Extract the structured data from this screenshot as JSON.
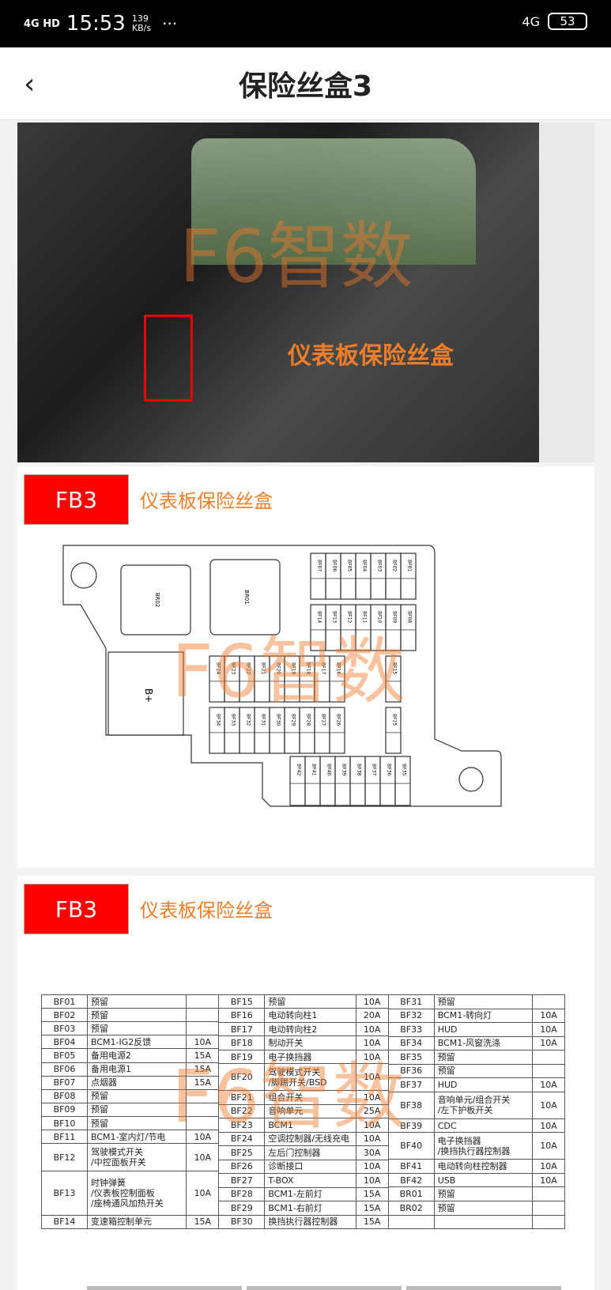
{
  "status_bar": {
    "signal": "4G HD",
    "time": "15:53",
    "speed": "139",
    "speed_unit": "KB/s",
    "more": "···",
    "network": "4G",
    "battery": "53"
  },
  "header": {
    "back": "‹",
    "title": "保险丝盒3"
  },
  "photo": {
    "watermark": "F6智数",
    "label": "仪表板保险丝盒"
  },
  "diagram_card": {
    "badge": "FB3",
    "title": "仪表板保险丝盒",
    "watermark": "F6智数",
    "relays": [
      "BR02",
      "BR01"
    ],
    "bplus": "B+",
    "row1": [
      "BF07",
      "BF06",
      "BF05",
      "BF04",
      "BF03",
      "BF02",
      "BF01"
    ],
    "row2": [
      "BF14",
      "BF13",
      "BF12",
      "BF11",
      "BF10",
      "BF09",
      "BF08"
    ],
    "row3": [
      "BF24",
      "BF23",
      "BF22",
      "BF21",
      "BF20",
      "BF19",
      "BF18",
      "BF17",
      "BF16"
    ],
    "row3b": "BF15",
    "row4": [
      "BF34",
      "BF33",
      "BF32",
      "BF31",
      "BF30",
      "BF29",
      "BF28",
      "BF27",
      "BF26"
    ],
    "row4b": "BF25",
    "row5": [
      "BF42",
      "BF41",
      "BF40",
      "BF39",
      "BF38",
      "BF37",
      "BF36",
      "BF35"
    ]
  },
  "table_card": {
    "badge": "FB3",
    "title": "仪表板保险丝盒",
    "watermark": "F6智数",
    "columns": [
      [
        [
          "BF01",
          "预留",
          "",
          1
        ],
        [
          "BF02",
          "预留",
          "",
          1
        ],
        [
          "BF03",
          "预留",
          "",
          1
        ],
        [
          "BF04",
          "BCM1-IG2反馈",
          "10A",
          1
        ],
        [
          "BF05",
          "备用电源2",
          "15A",
          1
        ],
        [
          "BF06",
          "备用电源1",
          "15A",
          1
        ],
        [
          "BF07",
          "点烟器",
          "15A",
          1
        ],
        [
          "BF08",
          "预留",
          "",
          1
        ],
        [
          "BF09",
          "预留",
          "",
          1
        ],
        [
          "BF10",
          "预留",
          "",
          1
        ],
        [
          "BF11",
          "BCM1-室内灯/节电",
          "10A",
          1
        ],
        [
          "BF12",
          "驾驶模式开关\n/中控面板开关",
          "10A",
          2.1
        ],
        [
          "BF13",
          "时钟弹簧\n/仪表板控制面板\n/座椅通风加热开关",
          "10A",
          3.4
        ],
        [
          "BF14",
          "变速箱控制单元",
          "15A",
          1
        ]
      ],
      [
        [
          "BF15",
          "预留",
          "10A",
          1
        ],
        [
          "BF16",
          "电动转向柱1",
          "20A",
          1
        ],
        [
          "BF17",
          "电动转向柱2",
          "10A",
          1
        ],
        [
          "BF18",
          "制动开关",
          "10A",
          1
        ],
        [
          "BF19",
          "电子换挡器",
          "10A",
          1
        ],
        [
          "BF20",
          "驾驶模式开关\n/脚踢开关/BSD",
          "10A",
          2
        ],
        [
          "BF21",
          "组合开关",
          "10A",
          1
        ],
        [
          "BF22",
          "音响单元",
          "25A",
          1
        ],
        [
          "BF23",
          "BCM1",
          "10A",
          1
        ],
        [
          "BF24",
          "空调控制器/无线充电",
          "10A",
          1
        ],
        [
          "BF25",
          "左后门控制器",
          "30A",
          1
        ],
        [
          "BF26",
          "诊断接口",
          "10A",
          1
        ],
        [
          "BF27",
          "T-BOX",
          "10A",
          1
        ],
        [
          "BF28",
          "BCM1-左前灯",
          "15A",
          1
        ],
        [
          "BF29",
          "BCM1-右前灯",
          "15A",
          1
        ],
        [
          "BF30",
          "换挡执行器控制器",
          "15A",
          1
        ]
      ],
      [
        [
          "BF31",
          "预留",
          "",
          1
        ],
        [
          "BF32",
          "BCM1-转向灯",
          "10A",
          1
        ],
        [
          "BF33",
          "HUD",
          "10A",
          1
        ],
        [
          "BF34",
          "BCM1-风窗洗涤",
          "10A",
          1
        ],
        [
          "BF35",
          "预留",
          "",
          1
        ],
        [
          "BF36",
          "预留",
          "",
          1
        ],
        [
          "BF37",
          "HUD",
          "10A",
          1
        ],
        [
          "BF38",
          "音响单元/组合开关\n/左下护板开关",
          "10A",
          2
        ],
        [
          "BF39",
          "CDC",
          "10A",
          1
        ],
        [
          "BF40",
          "电子换挡器\n/换挡执行器控制器",
          "10A",
          2
        ],
        [
          "BF41",
          "电动转向柱控制器",
          "10A",
          1
        ],
        [
          "BF42",
          "USB",
          "10A",
          1
        ],
        [
          "BR01",
          "预留",
          "",
          1
        ],
        [
          "BR02",
          "预留",
          "",
          1
        ],
        [
          "",
          "",
          "",
          1
        ]
      ]
    ]
  }
}
